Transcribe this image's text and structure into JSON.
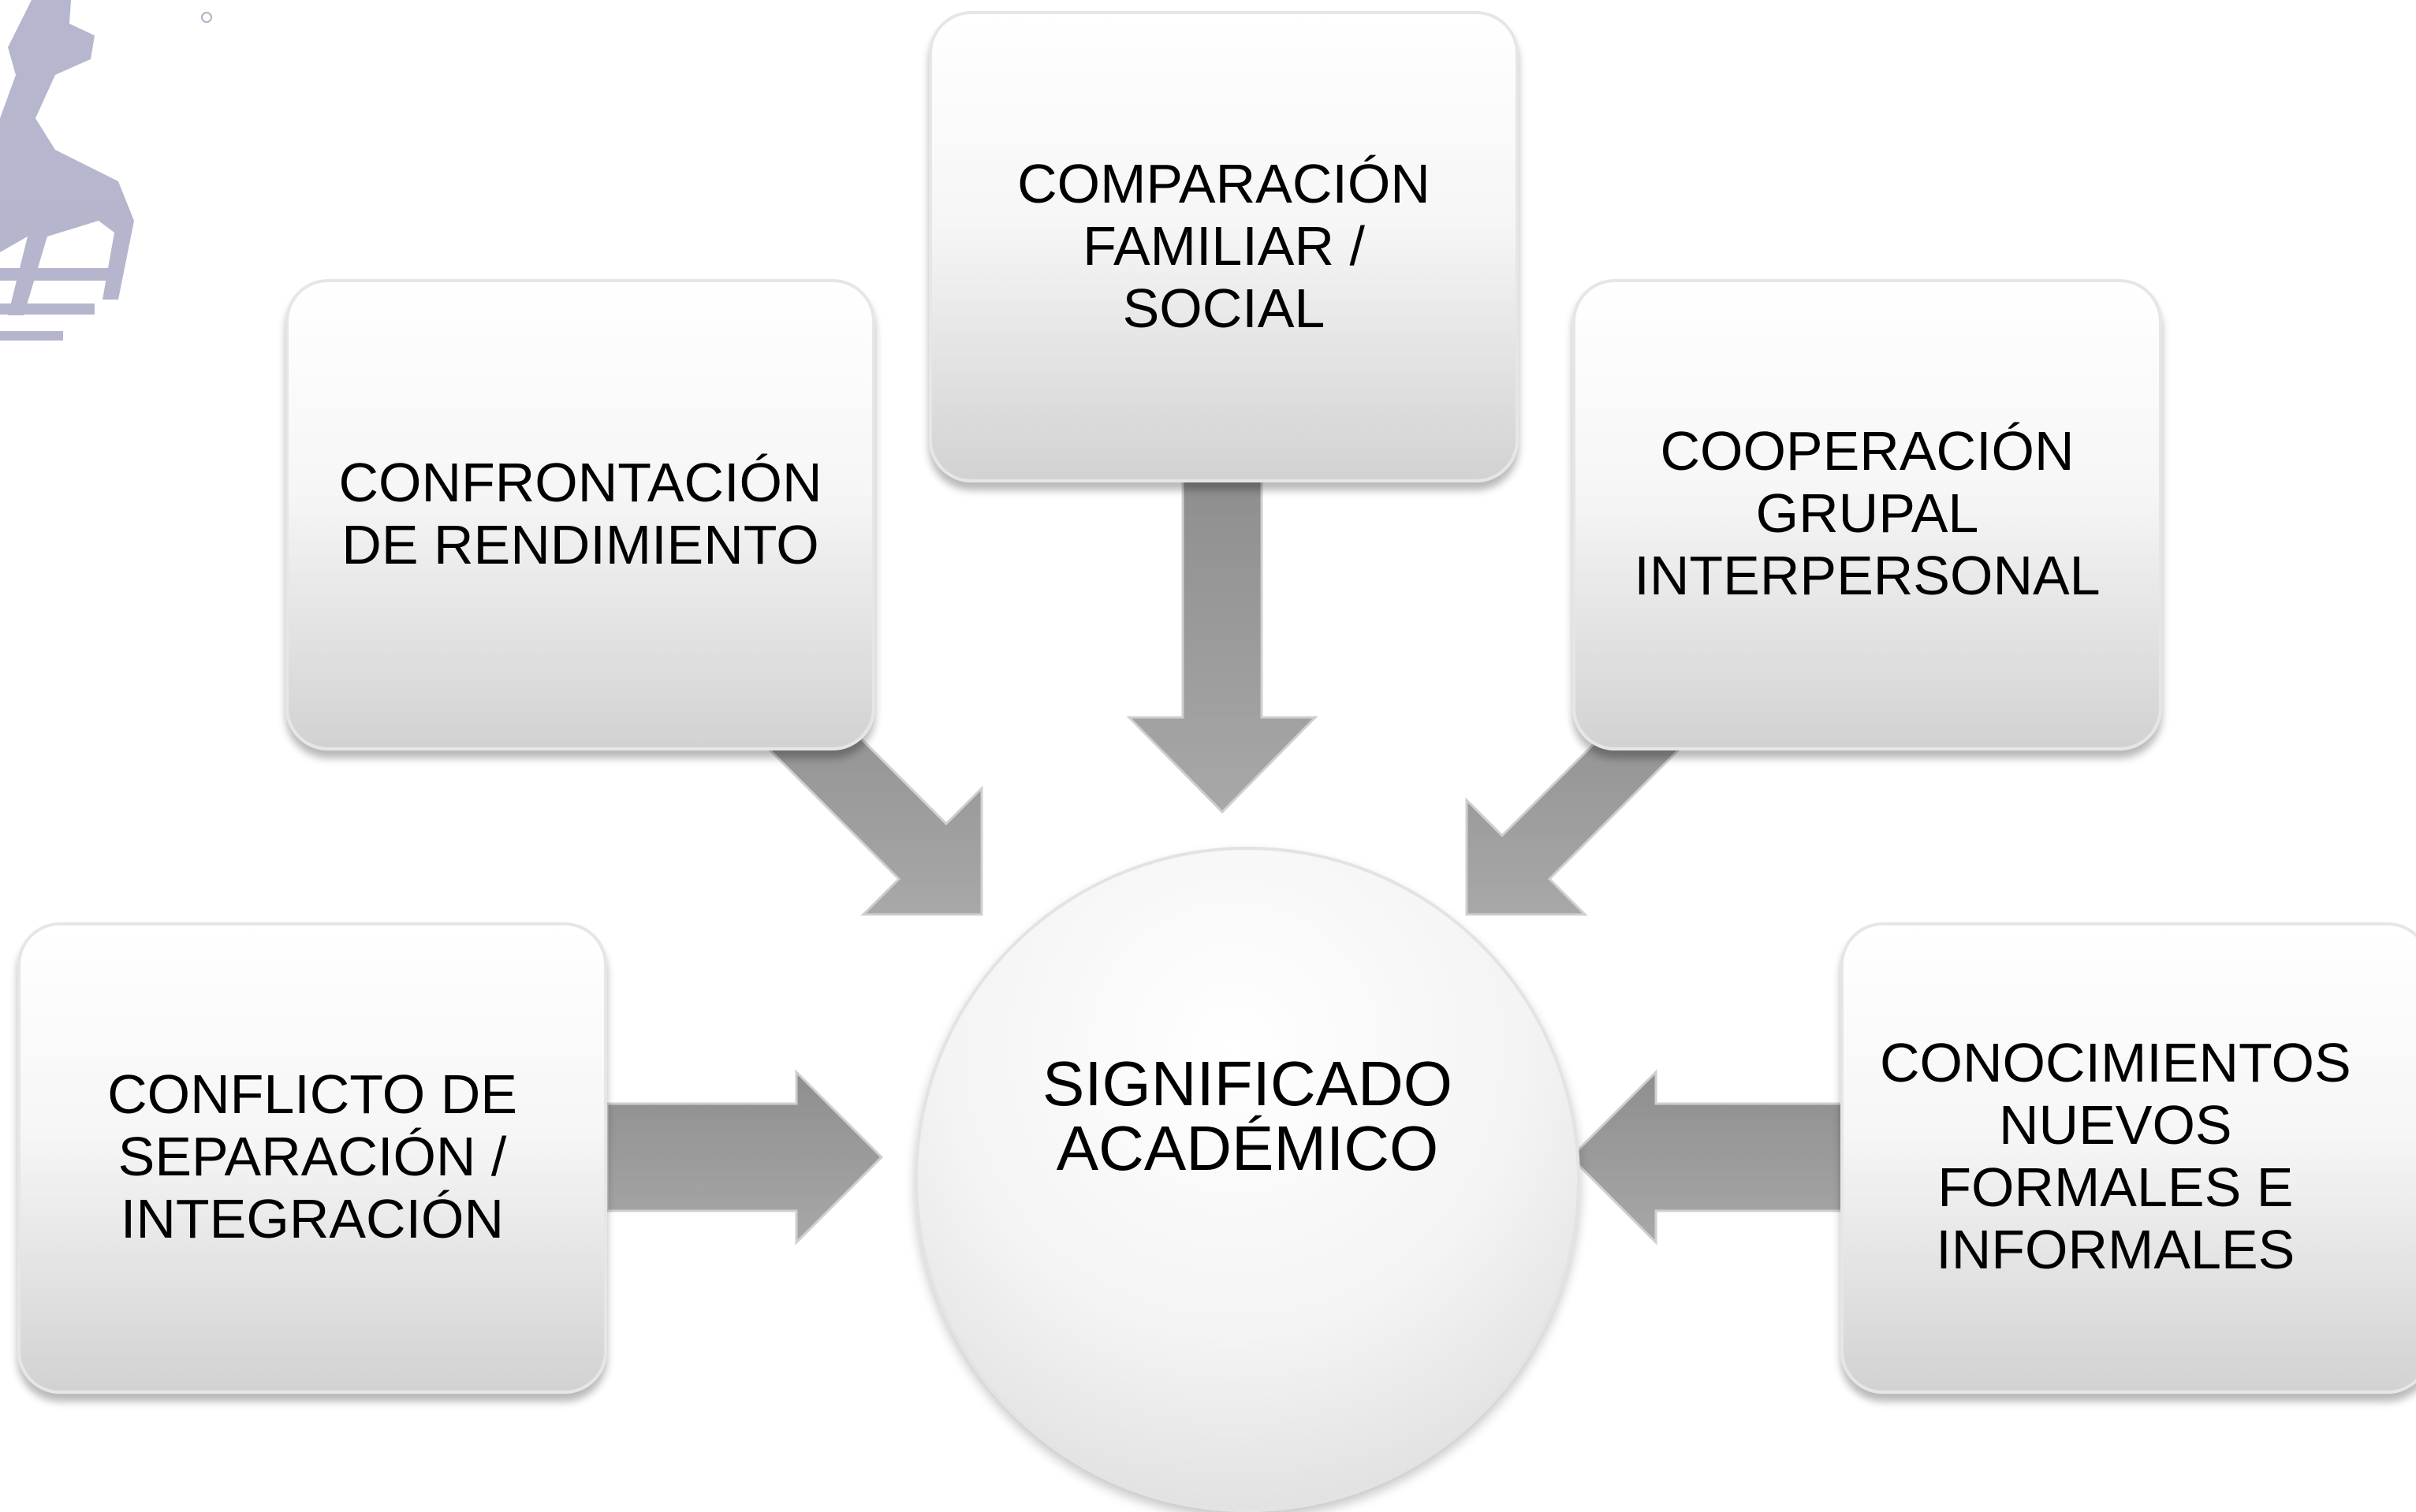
{
  "center": {
    "label": "SIGNIFICADO\nACADÉMICO"
  },
  "boxes": {
    "top": "COMPARACIÓN\nFAMILIAR /\nSOCIAL",
    "upper_left": "CONFRONTACIÓN\nDE RENDIMIENTO",
    "upper_right": "COOPERACIÓN\nGRUPAL\nINTERPERSONAL",
    "left": "CONFLICTO DE\nSEPARACIÓN /\nINTEGRACIÓN",
    "right": "CONOCIMIENTOS\nNUEVOS\nFORMALES E\nINFORMALES"
  },
  "colors": {
    "arrow": "#9a9a9a",
    "box_border": "#e6e6e6",
    "decoration": "#a9a9c6"
  }
}
